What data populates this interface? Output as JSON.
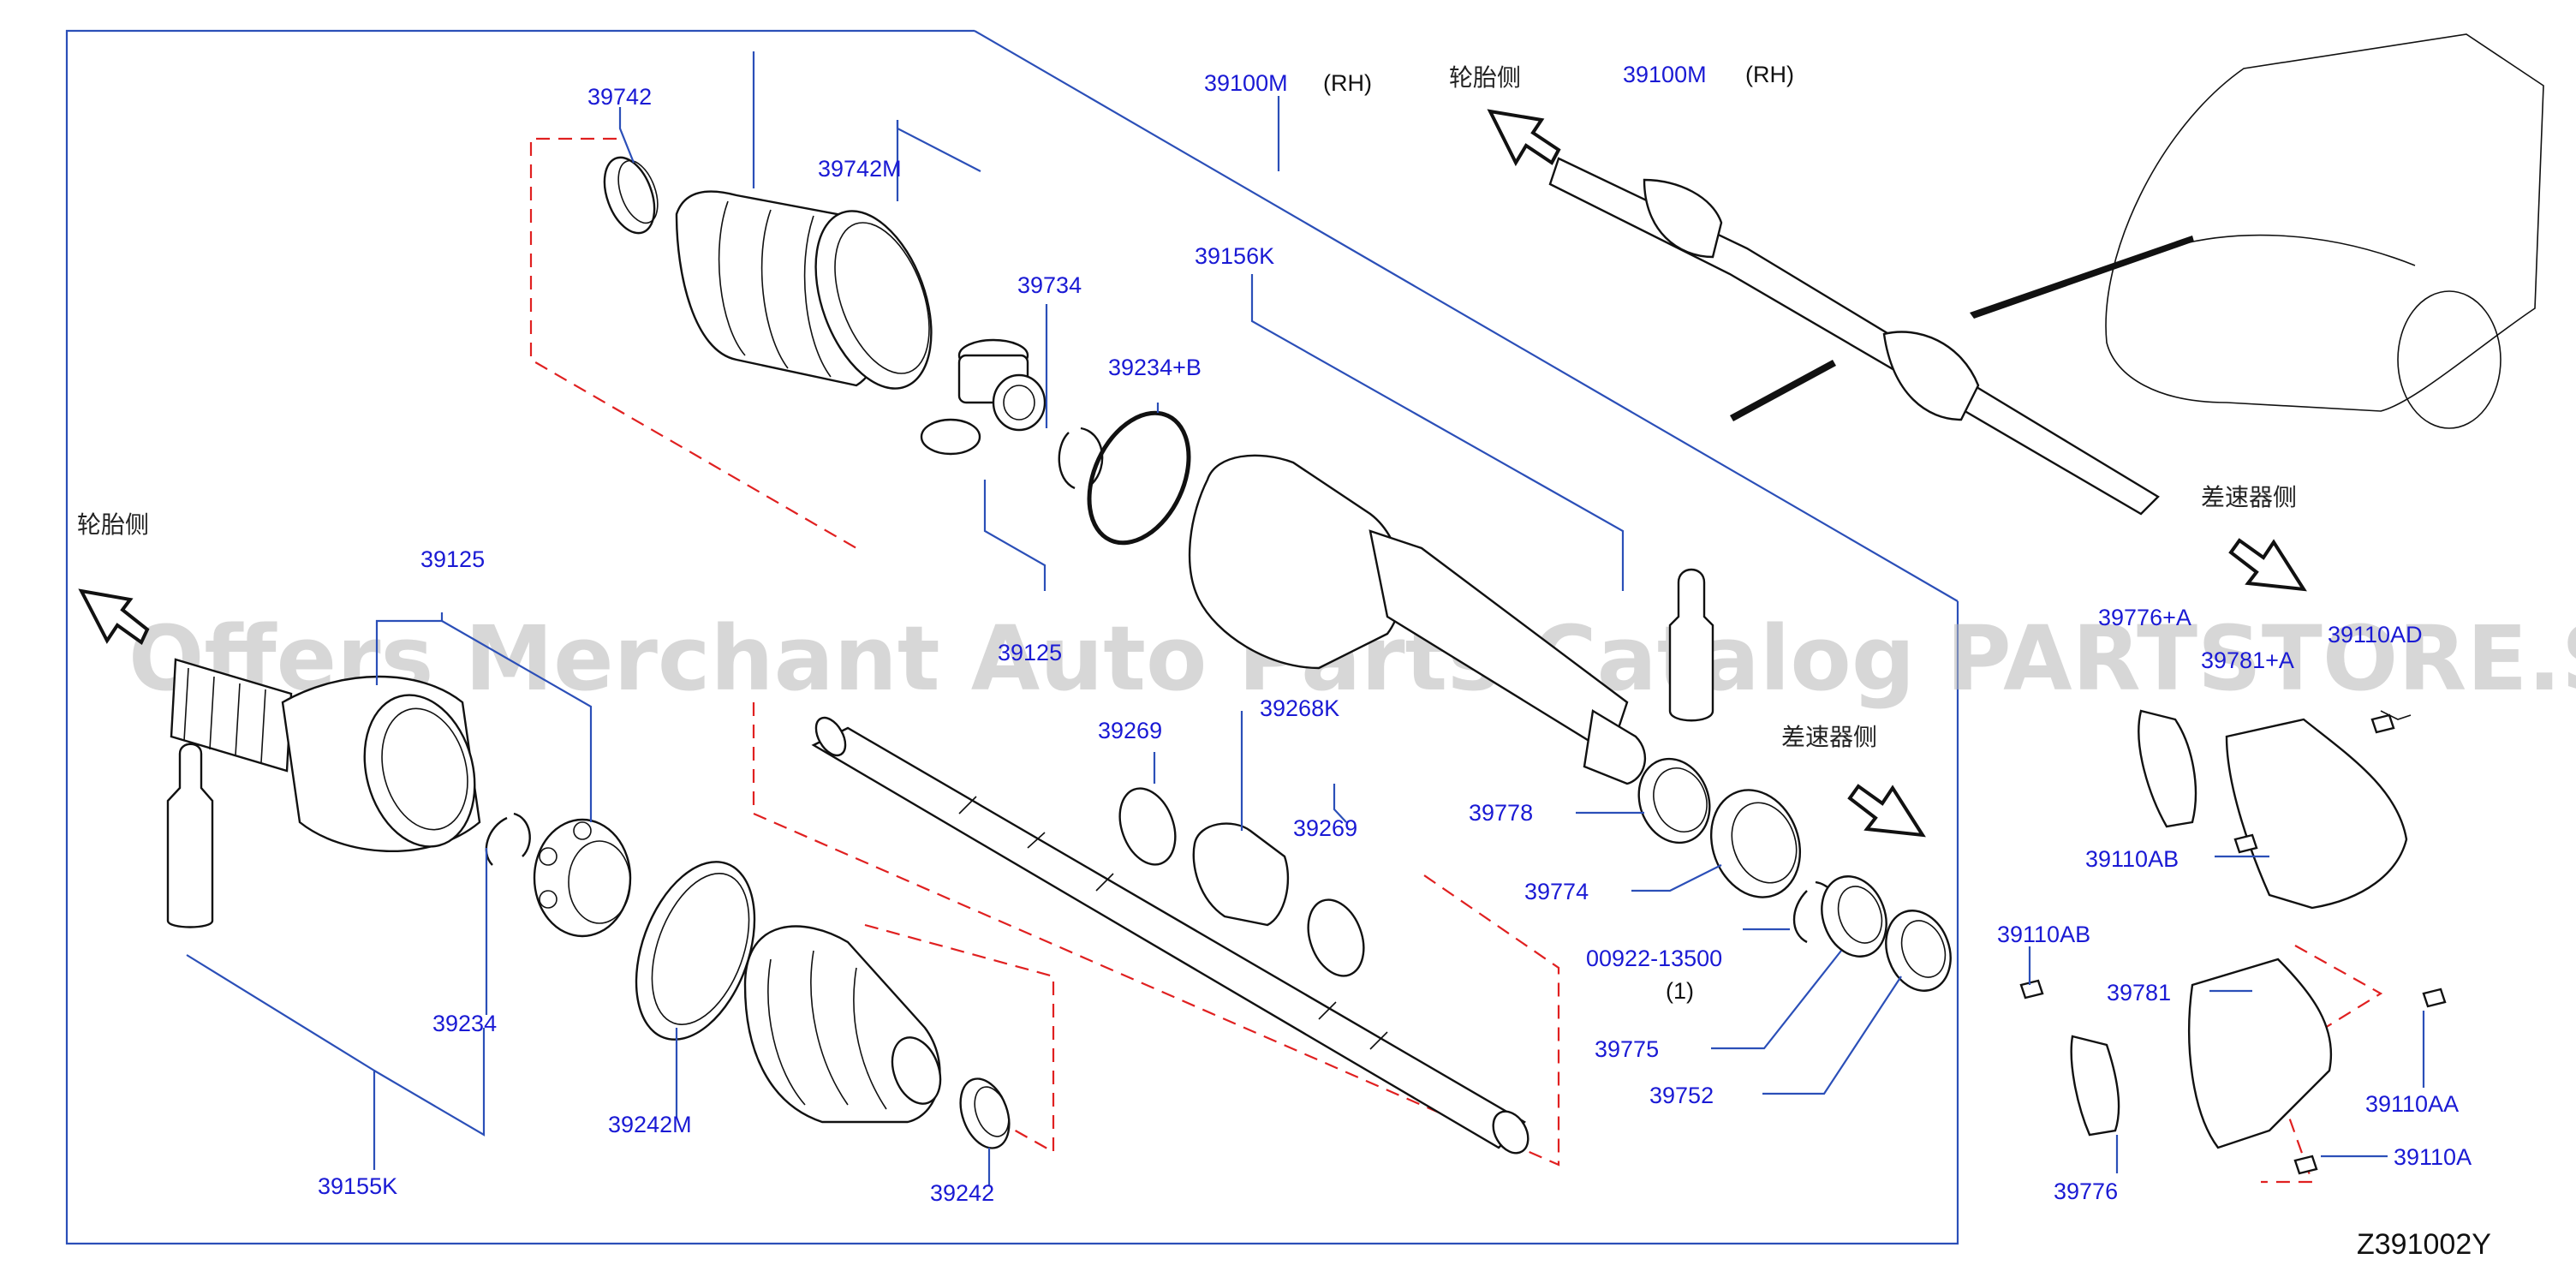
{
  "diagram": {
    "figure_id": "Z391002Y",
    "watermark": "Offers Merchant Auto Parts Catalog PARTSTORE.SA",
    "direction_labels": {
      "wheel_side_top": "轮胎侧",
      "wheel_side_left": "轮胎侧",
      "diff_side_middle": "差速器侧",
      "diff_side_right": "差速器侧"
    },
    "assembly_labels": {
      "main_part": "39100M",
      "main_side": "(RH)",
      "overview_part": "39100M",
      "overview_side": "(RH)"
    },
    "callouts": {
      "p39742": "39742",
      "p39742M": "39742M",
      "p39734": "39734",
      "p39234B": "39234+B",
      "p39156K": "39156K",
      "p39125": "39125",
      "p39125b": "39125",
      "p39269a": "39269",
      "p39268K": "39268K",
      "p39269b": "39269",
      "p39778": "39778",
      "p39774": "39774",
      "p00922": "00922-13500",
      "p00922_qty": "(1)",
      "p39775": "39775",
      "p39752": "39752",
      "p39234": "39234",
      "p39242M": "39242M",
      "p39242": "39242",
      "p39155K": "39155K",
      "p39776A": "39776+A",
      "p39110AD": "39110AD",
      "p39781A": "39781+A",
      "p39110AB_top": "39110AB",
      "p39110AB": "39110AB",
      "p39781": "39781",
      "p39110AA": "39110AA",
      "p39110A": "39110A",
      "p39776": "39776"
    }
  }
}
